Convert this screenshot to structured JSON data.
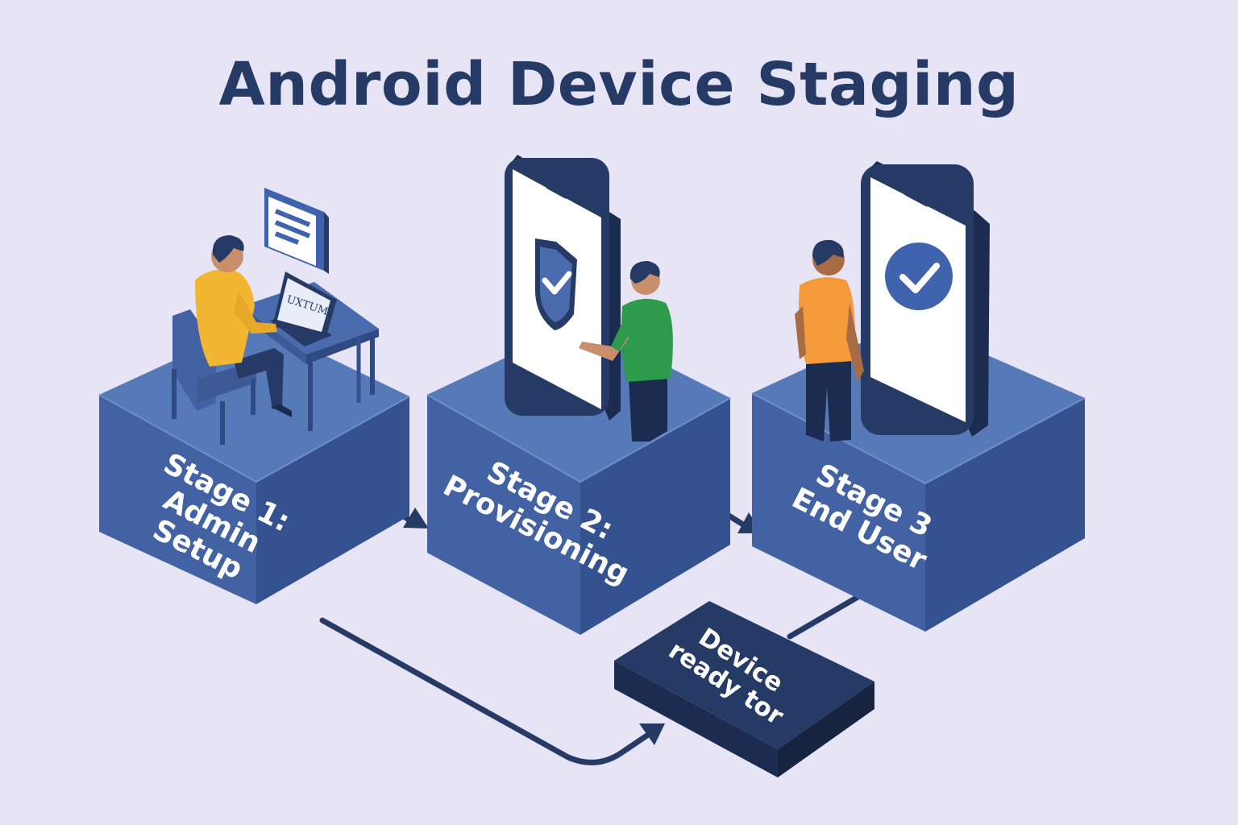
{
  "title": "Android Device Staging",
  "stages": [
    {
      "line1": "Stage 1:",
      "line2": "Admin Setup"
    },
    {
      "line1": "Stage 2:",
      "line2": "Provisioning"
    },
    {
      "line1": "Stage 3",
      "line2": "End User"
    }
  ],
  "laptop_screen_text": "UXTUM",
  "final_box": {
    "line1": "Device",
    "line2": "ready tor"
  },
  "colors": {
    "background": "#e6e4f5",
    "block_top": "#5679b8",
    "block_left": "#4262a3",
    "block_right": "#34528f",
    "navy": "#263a66",
    "accent_check": "#3f63ad"
  }
}
